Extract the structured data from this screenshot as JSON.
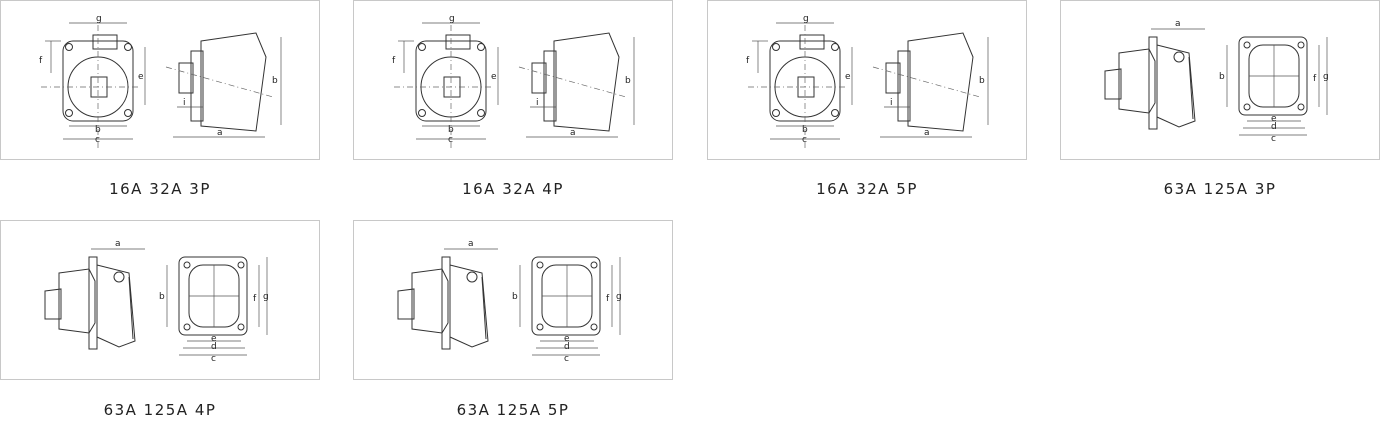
{
  "products": [
    {
      "caption": "16A 32A 3P",
      "kind": "small"
    },
    {
      "caption": "16A 32A 4P",
      "kind": "small"
    },
    {
      "caption": "16A 32A 5P",
      "kind": "small"
    },
    {
      "caption": "63A 125A 3P",
      "kind": "large"
    },
    {
      "caption": "63A 125A 4P",
      "kind": "large"
    },
    {
      "caption": "63A 125A 5P",
      "kind": "large"
    }
  ],
  "dim_labels_small": {
    "a": "a",
    "b": "b",
    "c": "c",
    "e": "e",
    "f": "f",
    "g": "g",
    "i": "i"
  },
  "dim_labels_large": {
    "a": "a",
    "b": "b",
    "c": "c",
    "d": "d",
    "e": "e",
    "f": "f",
    "g": "g"
  }
}
